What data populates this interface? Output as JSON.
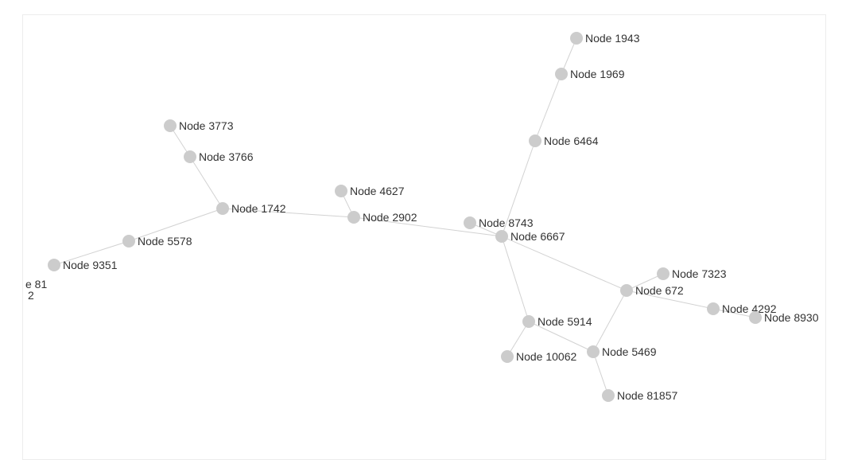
{
  "graph": {
    "nodes": [
      {
        "id": "n1943",
        "label": "Node 1943"
      },
      {
        "id": "n1969",
        "label": "Node 1969"
      },
      {
        "id": "n6464",
        "label": "Node 6464"
      },
      {
        "id": "n8743",
        "label": "Node 8743"
      },
      {
        "id": "n6667",
        "label": "Node 6667"
      },
      {
        "id": "n2902",
        "label": "Node 2902"
      },
      {
        "id": "n4627",
        "label": "Node 4627"
      },
      {
        "id": "n1742",
        "label": "Node 1742"
      },
      {
        "id": "n3766",
        "label": "Node 3766"
      },
      {
        "id": "n3773",
        "label": "Node 3773"
      },
      {
        "id": "n5578",
        "label": "Node 5578"
      },
      {
        "id": "n9351",
        "label": "Node 9351"
      },
      {
        "id": "n672",
        "label": "Node 672"
      },
      {
        "id": "n7323",
        "label": "Node 7323"
      },
      {
        "id": "n4292",
        "label": "Node 4292"
      },
      {
        "id": "n8930",
        "label": "Node 8930"
      },
      {
        "id": "n5914",
        "label": "Node 5914"
      },
      {
        "id": "n10062",
        "label": "Node 10062"
      },
      {
        "id": "n5469",
        "label": "Node 5469"
      },
      {
        "id": "n81857",
        "label": "Node 81857"
      }
    ],
    "edges": [
      [
        "n1943",
        "n1969"
      ],
      [
        "n1969",
        "n6464"
      ],
      [
        "n6464",
        "n6667"
      ],
      [
        "n8743",
        "n6667"
      ],
      [
        "n2902",
        "n6667"
      ],
      [
        "n4627",
        "n2902"
      ],
      [
        "n1742",
        "n2902"
      ],
      [
        "n3766",
        "n1742"
      ],
      [
        "n3773",
        "n3766"
      ],
      [
        "n1742",
        "n5578"
      ],
      [
        "n5578",
        "n9351"
      ],
      [
        "n6667",
        "n672"
      ],
      [
        "n6667",
        "n5914"
      ],
      [
        "n672",
        "n7323"
      ],
      [
        "n672",
        "n4292"
      ],
      [
        "n4292",
        "n8930"
      ],
      [
        "n672",
        "n5469"
      ],
      [
        "n5914",
        "n5469"
      ],
      [
        "n5914",
        "n10062"
      ],
      [
        "n5469",
        "n81857"
      ]
    ],
    "clipped_labels": [
      "e 81",
      "2"
    ]
  }
}
